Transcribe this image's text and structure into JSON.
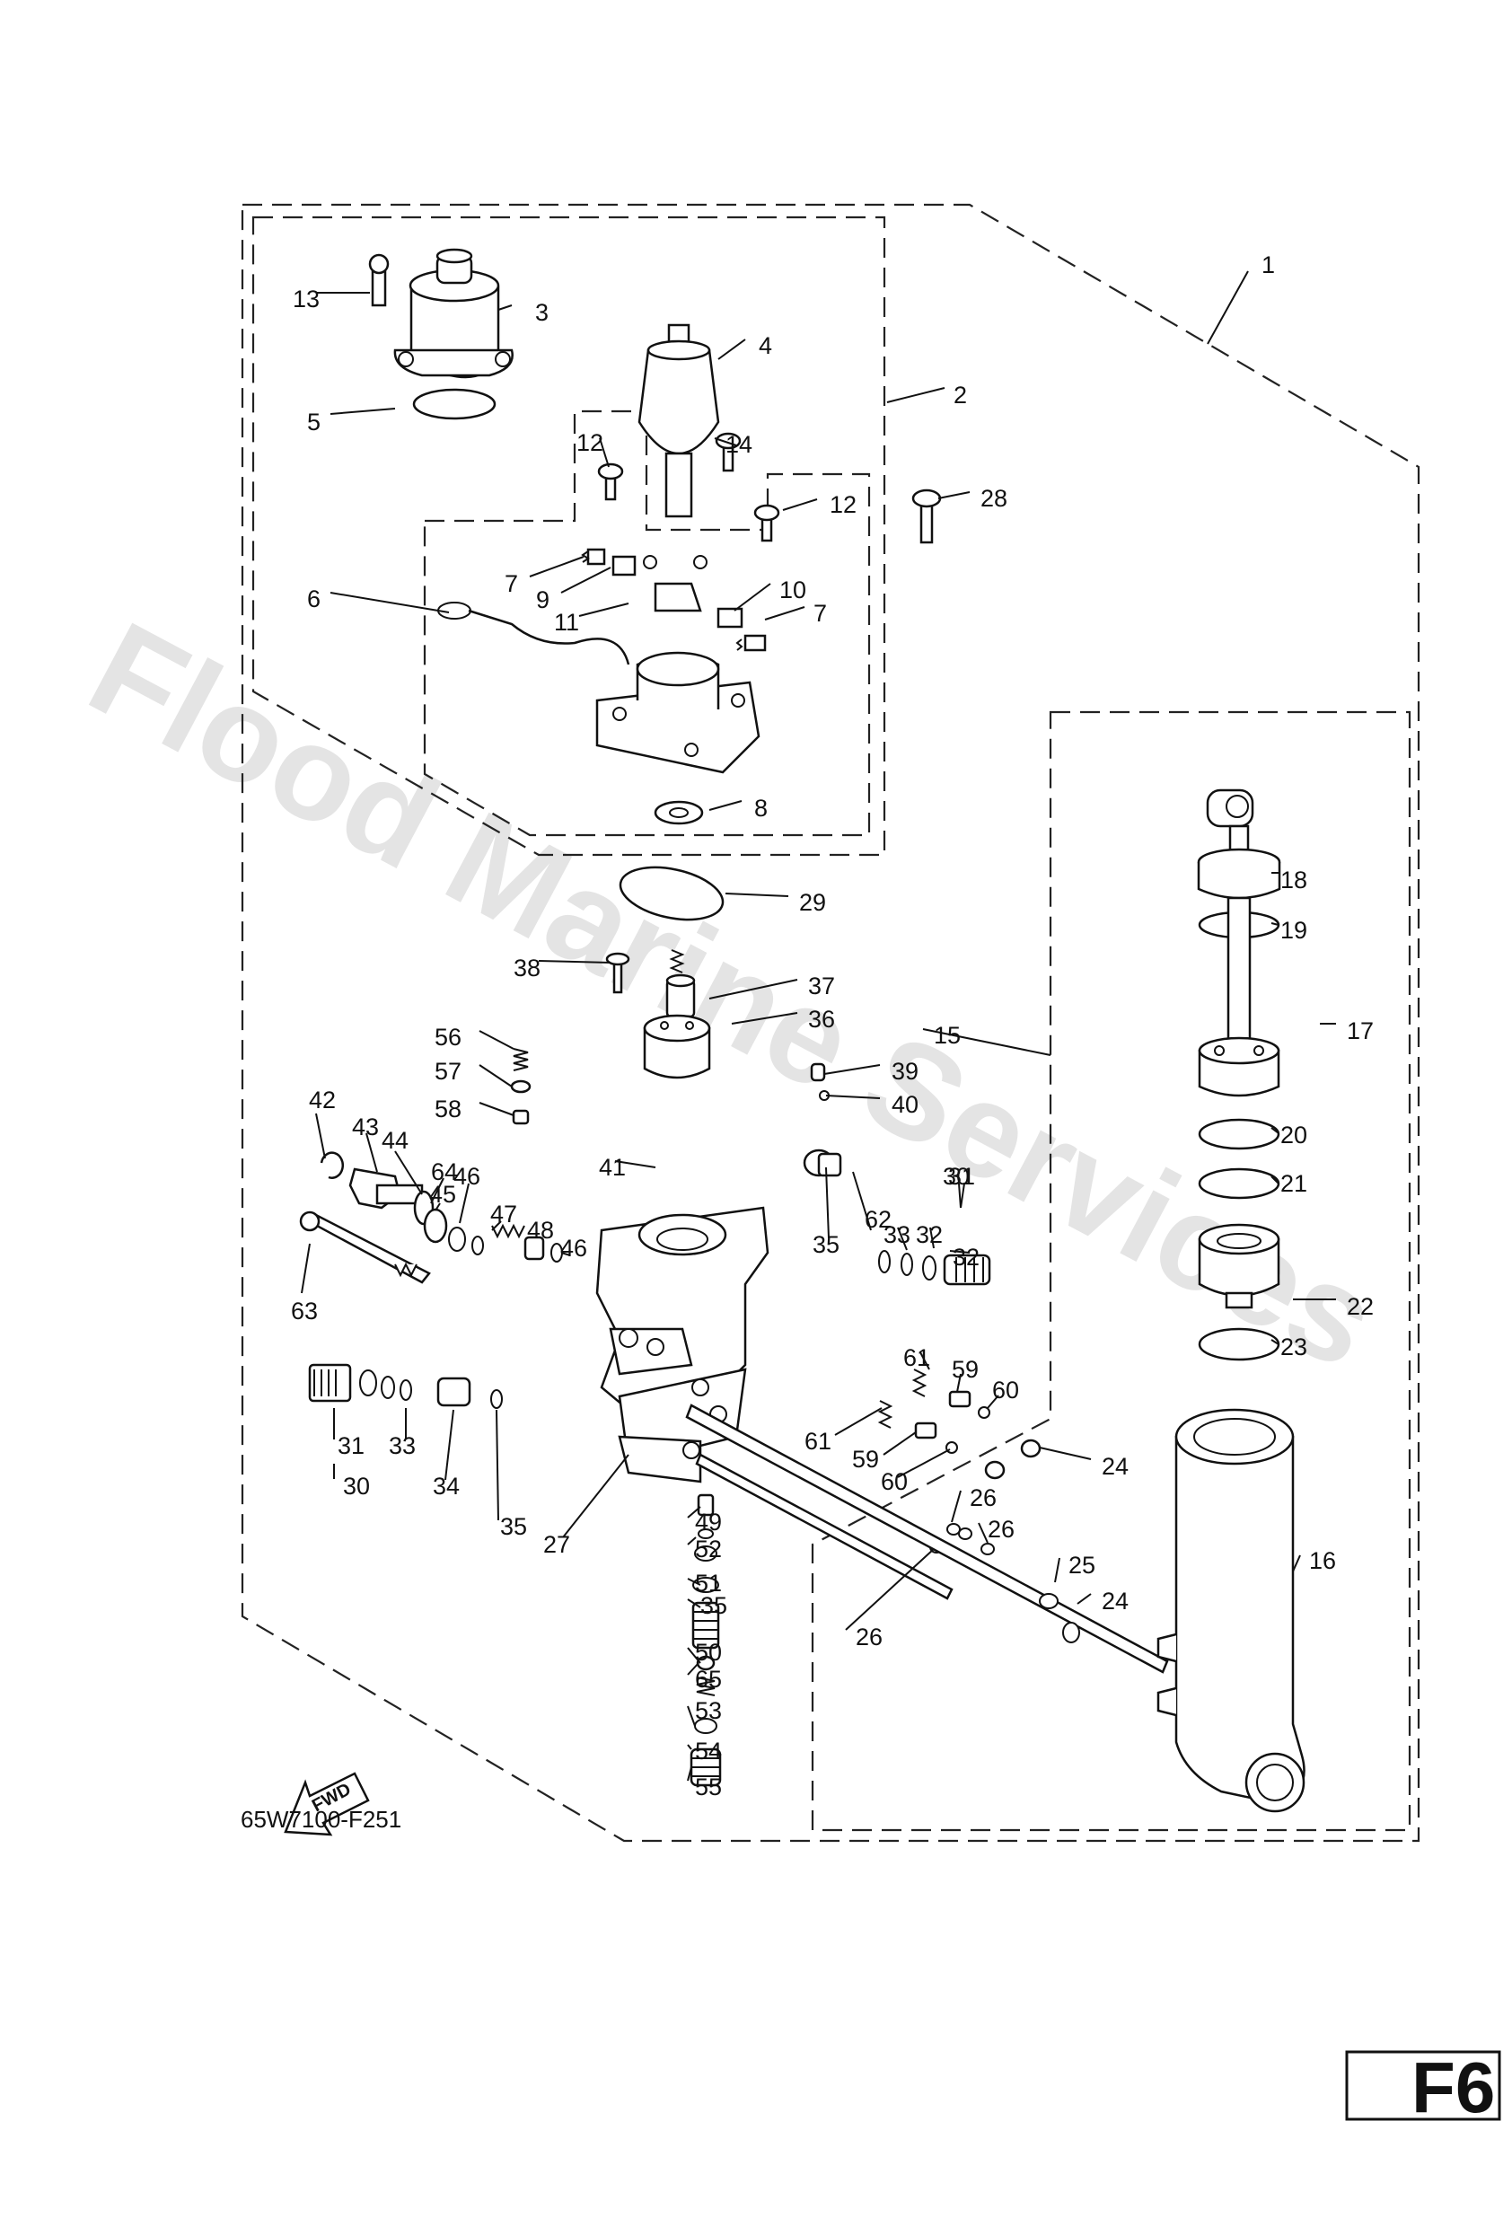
{
  "watermark": "Flood Marine Services",
  "diagram_code": "65W7100-F251",
  "page_badge": "F6",
  "fwd_label": "FWD",
  "callouts": [
    "1",
    "2",
    "3",
    "4",
    "5",
    "6",
    "7",
    "7",
    "8",
    "9",
    "10",
    "11",
    "12",
    "12",
    "13",
    "14",
    "15",
    "16",
    "17",
    "18",
    "19",
    "20",
    "21",
    "22",
    "23",
    "24",
    "24",
    "25",
    "26",
    "26",
    "26",
    "27",
    "28",
    "29",
    "30",
    "30",
    "31",
    "31",
    "32",
    "32",
    "33",
    "33",
    "34",
    "35",
    "35",
    "35",
    "36",
    "37",
    "38",
    "39",
    "40",
    "41",
    "42",
    "43",
    "44",
    "45",
    "46",
    "46",
    "47",
    "48",
    "49",
    "50",
    "51",
    "52",
    "53",
    "54",
    "55",
    "56",
    "57",
    "58",
    "59",
    "59",
    "60",
    "60",
    "61",
    "61",
    "62",
    "63",
    "64",
    "65"
  ]
}
